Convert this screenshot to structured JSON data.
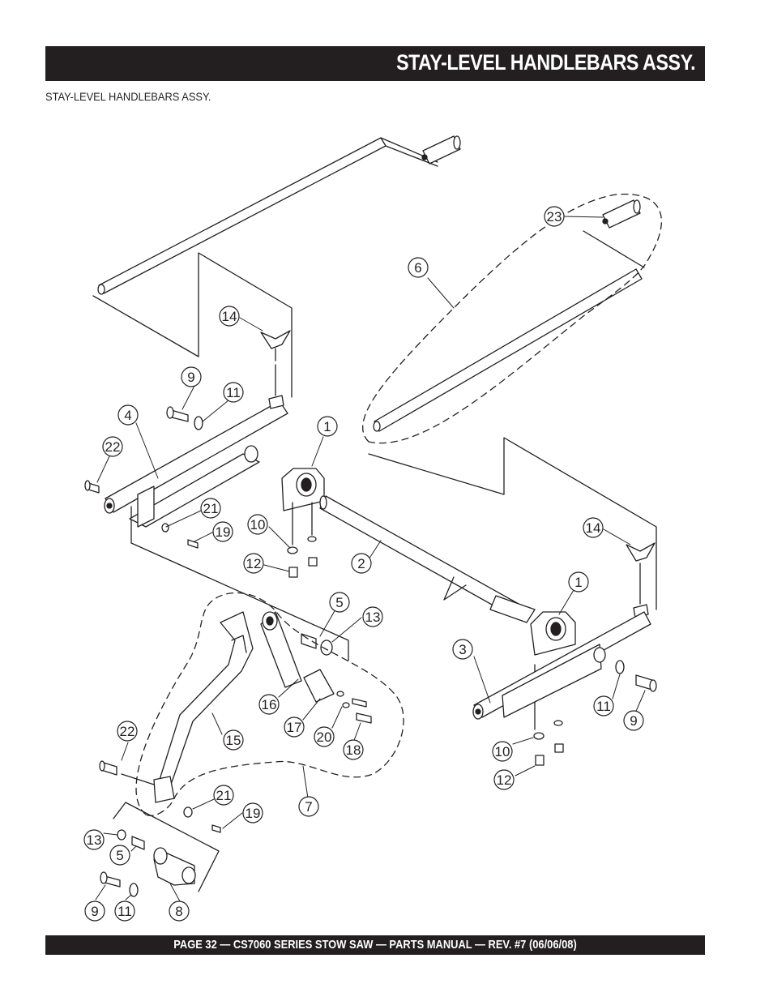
{
  "header": {
    "title": "STAY-LEVEL HANDLEBARS ASSY."
  },
  "subtitle": "STAY-LEVEL HANDLEBARS ASSY.",
  "footer": {
    "text": "PAGE 32 — CS7060 SERIES STOW SAW — PARTS MANUAL — REV. #7 (06/06/08)"
  },
  "callouts": [
    {
      "id": "c23",
      "label": "23"
    },
    {
      "id": "c6",
      "label": "6"
    },
    {
      "id": "c14a",
      "label": "14"
    },
    {
      "id": "c9a",
      "label": "9"
    },
    {
      "id": "c11a",
      "label": "11"
    },
    {
      "id": "c4",
      "label": "4"
    },
    {
      "id": "c1a",
      "label": "1"
    },
    {
      "id": "c22a",
      "label": "22"
    },
    {
      "id": "c21a",
      "label": "21"
    },
    {
      "id": "c19a",
      "label": "19"
    },
    {
      "id": "c10a",
      "label": "10"
    },
    {
      "id": "c12a",
      "label": "12"
    },
    {
      "id": "c2",
      "label": "2"
    },
    {
      "id": "c14b",
      "label": "14"
    },
    {
      "id": "c1b",
      "label": "1"
    },
    {
      "id": "c5a",
      "label": "5"
    },
    {
      "id": "c13a",
      "label": "13"
    },
    {
      "id": "c3",
      "label": "3"
    },
    {
      "id": "c16",
      "label": "16"
    },
    {
      "id": "c17",
      "label": "17"
    },
    {
      "id": "c20",
      "label": "20"
    },
    {
      "id": "c18",
      "label": "18"
    },
    {
      "id": "c15",
      "label": "15"
    },
    {
      "id": "c22b",
      "label": "22"
    },
    {
      "id": "c11b",
      "label": "11"
    },
    {
      "id": "c9b",
      "label": "9"
    },
    {
      "id": "c10b",
      "label": "10"
    },
    {
      "id": "c12b",
      "label": "12"
    },
    {
      "id": "c7",
      "label": "7"
    },
    {
      "id": "c21b",
      "label": "21"
    },
    {
      "id": "c19b",
      "label": "19"
    },
    {
      "id": "c13b",
      "label": "13"
    },
    {
      "id": "c5b",
      "label": "5"
    },
    {
      "id": "c9c",
      "label": "9"
    },
    {
      "id": "c11c",
      "label": "11"
    },
    {
      "id": "c8",
      "label": "8"
    }
  ]
}
